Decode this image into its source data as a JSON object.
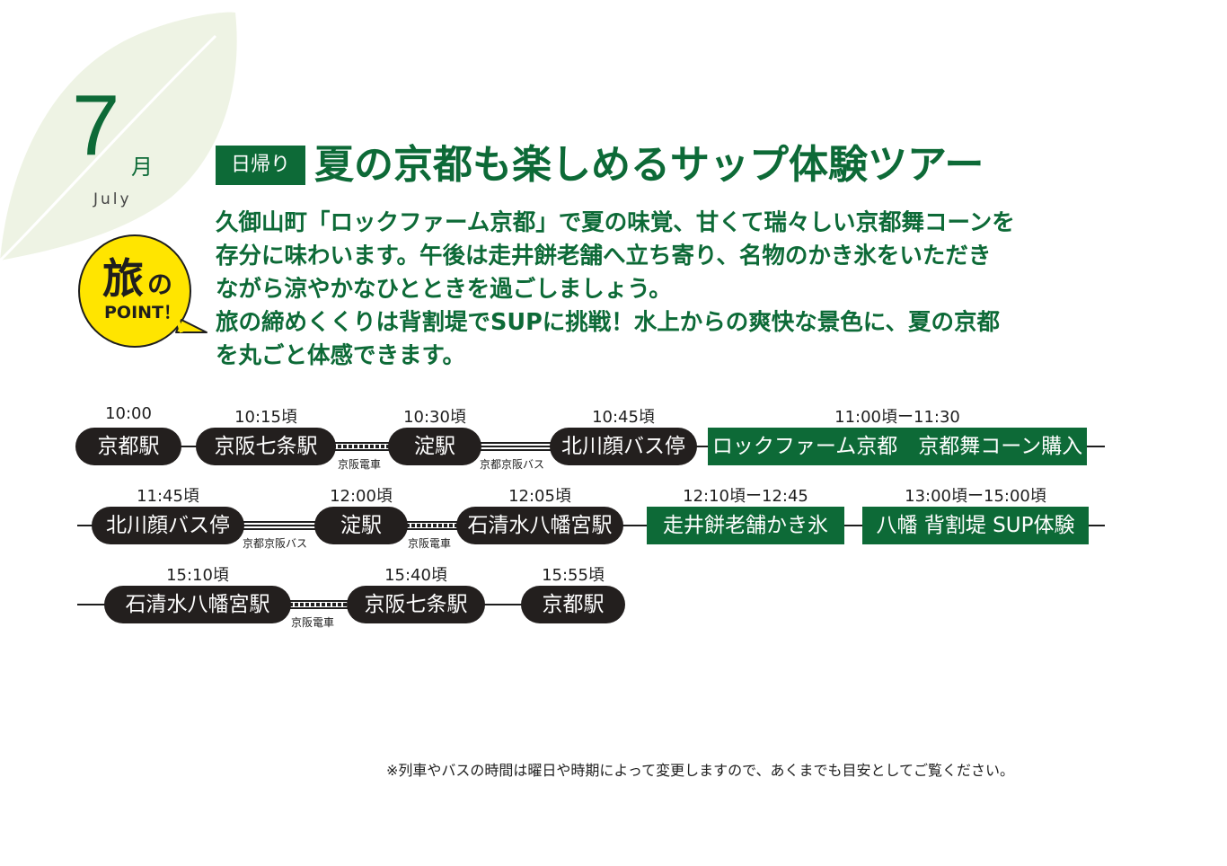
{
  "header": {
    "month_number": "7",
    "month_kanji": "月",
    "month_en": "July",
    "badge_tabi": "旅",
    "badge_no": "の",
    "badge_point": "POINT！",
    "tag": "日帰り",
    "title": "夏の京都も楽しめるサップ体験ツアー"
  },
  "description": [
    "久御山町「ロックファーム京都」で夏の味覚、甘くて瑞々しい京都舞コーンを",
    "存分に味わいます。午後は走井餅老舗へ立ち寄り、名物のかき氷をいただき",
    "ながら涼やかなひとときを過ごしましょう。",
    "旅の締めくくりは背割堤でSUPに挑戦！水上からの爽快な景色に、夏の京都",
    "を丸ごと体感できます。"
  ],
  "itinerary": {
    "row1": {
      "times": [
        "10:00",
        "10:15頃",
        "10:30頃",
        "10:45頃",
        "11:00頃ー11:30"
      ],
      "stops": [
        "京都駅",
        "京阪七条駅",
        "淀駅",
        "北川顔バス停",
        "ロックファーム京都　京都舞コーン購入"
      ],
      "links": [
        "京阪電車",
        "京都京阪バス"
      ]
    },
    "row2": {
      "times": [
        "11:45頃",
        "12:00頃",
        "12:05頃",
        "12:10頃ー12:45",
        "13:00頃ー15:00頃"
      ],
      "stops": [
        "北川顔バス停",
        "淀駅",
        "石清水八幡宮駅",
        "走井餅老舗かき氷",
        "八幡 背割堤 SUP体験"
      ],
      "links": [
        "京都京阪バス",
        "京阪電車"
      ]
    },
    "row3": {
      "times": [
        "15:10頃",
        "15:40頃",
        "15:55頃"
      ],
      "stops": [
        "石清水八幡宮駅",
        "京阪七条駅",
        "京都駅"
      ],
      "links": [
        "京阪電車"
      ]
    }
  },
  "footnote": "※列車やバスの時間は曜日や時期によって変更しますので、あくまでも目安としてご覧ください。",
  "colors": {
    "brand_green": "#0d6a37",
    "station_dark": "#231f1e",
    "badge_yellow": "#ffe500",
    "leaf": "#eef3e4"
  }
}
